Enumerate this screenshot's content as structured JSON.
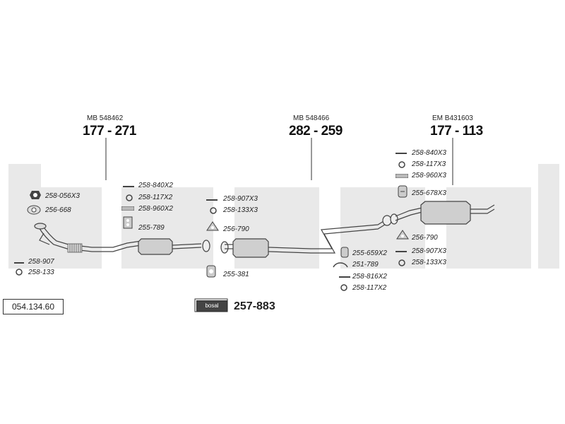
{
  "part_number": "054.134.60",
  "watermark": "bosal",
  "sections": [
    {
      "mb_ref": "MB 548462",
      "part": "177 - 271"
    },
    {
      "mb_ref": "MB 548466",
      "part": "282 - 259"
    },
    {
      "mb_ref": "EM B431603",
      "part": "177 - 113"
    }
  ],
  "labels": {
    "l1": "258-056X3",
    "l2": "256-668",
    "l3": "258-907",
    "l4": "258-133",
    "l5": "258-840X2",
    "l6": "258-117X2",
    "l7": "258-960X2",
    "l8": "255-789",
    "l9": "258-907X3",
    "l10": "258-133X3",
    "l11": "256-790",
    "l12": "255-381",
    "l13": "255-659X2",
    "l14": "251-789",
    "l15": "258-816X2",
    "l16": "258-117X2",
    "l17": "258-840X3",
    "l18": "258-117X3",
    "l19": "258-960X3",
    "l20": "255-678X3",
    "l21": "256-790",
    "l22": "258-907X3",
    "l23": "258-133X3"
  },
  "kit": {
    "logo": "bosal",
    "number": "257-883"
  }
}
